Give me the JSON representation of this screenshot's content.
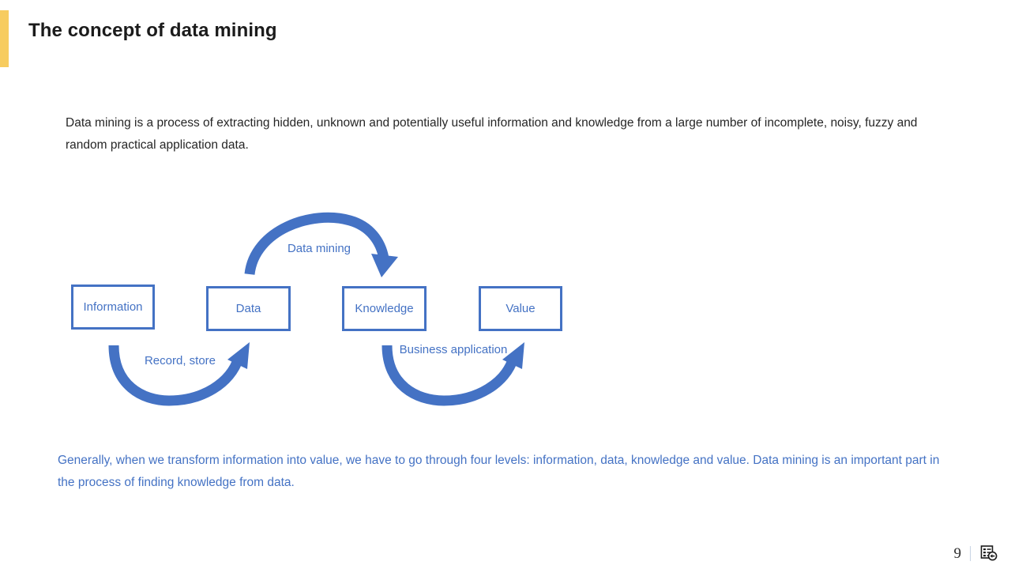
{
  "slide": {
    "title": "The concept of data mining",
    "accent_color": "#F7CC5F",
    "brand_blue": "#4472C4",
    "intro_paragraph": "Data mining is a process of extracting hidden, unknown and potentially useful information and knowledge from a large number of incomplete, noisy, fuzzy and random practical application data.",
    "conclusion_paragraph": "Generally, when we transform information into value, we have to go through four levels: information, data, knowledge and value. Data mining is an important part in the process of finding knowledge from data."
  },
  "diagram": {
    "boxes": [
      {
        "id": "information",
        "label": "Information"
      },
      {
        "id": "data",
        "label": "Data"
      },
      {
        "id": "knowledge",
        "label": "Knowledge"
      },
      {
        "id": "value",
        "label": "Value"
      }
    ],
    "arcs": [
      {
        "id": "data-mining",
        "label": "Data mining",
        "direction": "over-top",
        "from": "data",
        "to": "knowledge"
      },
      {
        "id": "record-store",
        "label": "Record, store",
        "direction": "under-bottom",
        "from": "information",
        "to": "data"
      },
      {
        "id": "business-application",
        "label": "Business application",
        "direction": "under-bottom",
        "from": "knowledge",
        "to": "value"
      }
    ]
  },
  "footer": {
    "page_number": "9",
    "icon_name": "document-history-icon"
  }
}
